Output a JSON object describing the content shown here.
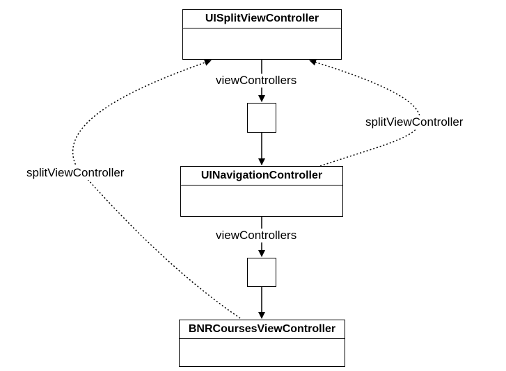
{
  "boxes": {
    "split": {
      "title": "UISplitViewController"
    },
    "nav": {
      "title": "UINavigationController"
    },
    "courses": {
      "title": "BNRCoursesViewController"
    }
  },
  "labels": {
    "view_controllers_top": "viewControllers",
    "view_controllers_bottom": "viewControllers",
    "split_view_controller_right": "splitViewController",
    "split_view_controller_left": "splitViewController"
  },
  "colors": {
    "stroke": "#000000",
    "background": "#ffffff"
  }
}
